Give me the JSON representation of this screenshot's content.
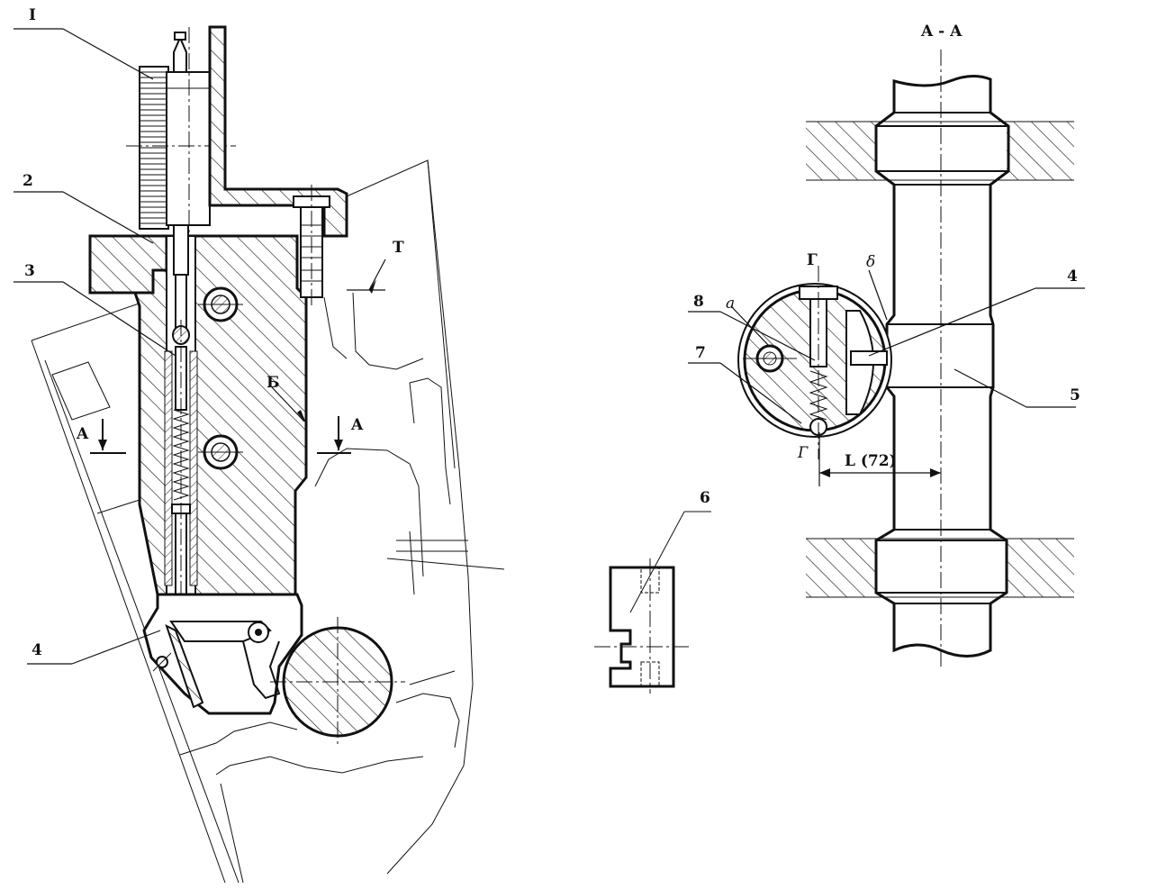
{
  "labels": {
    "part1": "I",
    "part2": "2",
    "part3": "3",
    "part4_left": "4",
    "part4_right": "4",
    "part5": "5",
    "part6": "6",
    "part7": "7",
    "part8": "8",
    "point_a": "a",
    "point_delta": "δ",
    "section_title": "A - A",
    "section_mark_left": "A",
    "section_mark_right": "A",
    "surface_b": "Б",
    "surface_t": "Т",
    "gamma_top": "Г",
    "gamma_bottom": "Г",
    "dimension": "L (72)"
  }
}
